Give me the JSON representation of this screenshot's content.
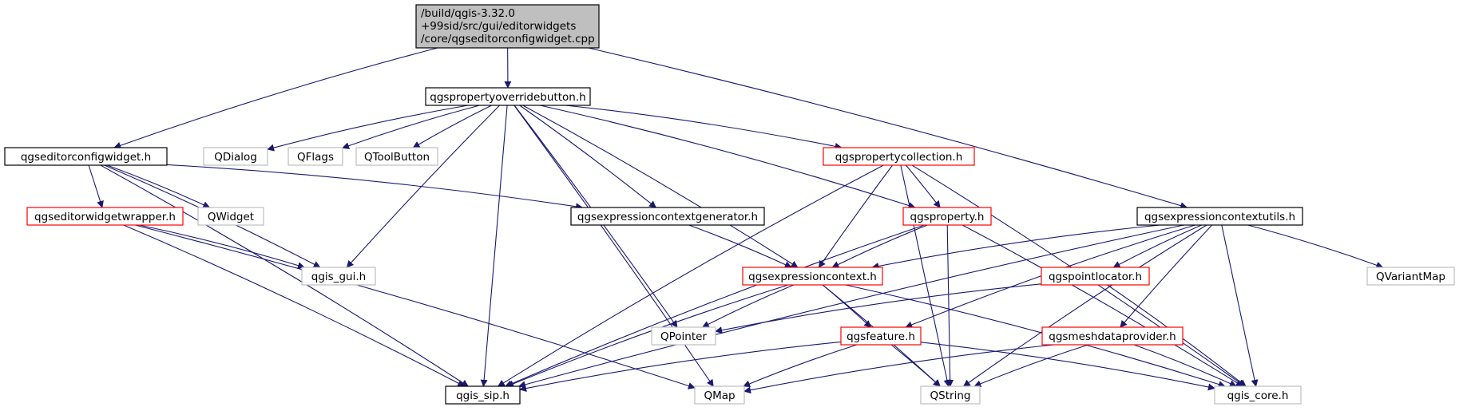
{
  "colors": {
    "edge": "#191970",
    "local_border": "#000000",
    "incomplete_border": "#ff0000",
    "external_border": "#bfbfbf",
    "root_fill": "#bfbfbf"
  },
  "nodes": {
    "root": {
      "lines": [
        "/build/qgis-3.32.0",
        "+99sid/src/gui/editorwidgets",
        "/core/qgseditorconfigwidget.cpp"
      ],
      "kind": "root"
    },
    "qgspropertyoverridebutton": {
      "label": "qgspropertyoverridebutton.h",
      "kind": "black"
    },
    "qgseditorconfigwidget": {
      "label": "qgseditorconfigwidget.h",
      "kind": "black"
    },
    "qgseditorwidgetwrapper": {
      "label": "qgseditorwidgetwrapper.h",
      "kind": "red"
    },
    "qwidget": {
      "label": "QWidget",
      "kind": "gray"
    },
    "qdialog": {
      "label": "QDialog",
      "kind": "gray"
    },
    "qflags": {
      "label": "QFlags",
      "kind": "gray"
    },
    "qtoolbutton": {
      "label": "QToolButton",
      "kind": "gray"
    },
    "qgspropertycollection": {
      "label": "qgspropertycollection.h",
      "kind": "red"
    },
    "qgsexpressioncontextgenerator": {
      "label": "qgsexpressioncontextgenerator.h",
      "kind": "black"
    },
    "qgsproperty": {
      "label": "qgsproperty.h",
      "kind": "red"
    },
    "qgsexpressioncontextutils": {
      "label": "qgsexpressioncontextutils.h",
      "kind": "black"
    },
    "qgis_gui": {
      "label": "qgis_gui.h",
      "kind": "gray"
    },
    "qgsexpressioncontext": {
      "label": "qgsexpressioncontext.h",
      "kind": "red"
    },
    "qgspointlocator": {
      "label": "qgspointlocator.h",
      "kind": "red"
    },
    "qvariantmap": {
      "label": "QVariantMap",
      "kind": "gray"
    },
    "qpointer": {
      "label": "QPointer",
      "kind": "gray"
    },
    "qgsfeature": {
      "label": "qgsfeature.h",
      "kind": "red"
    },
    "qgsmeshdataprovider": {
      "label": "qgsmeshdataprovider.h",
      "kind": "red"
    },
    "qgis_sip": {
      "label": "qgis_sip.h",
      "kind": "black"
    },
    "qmap": {
      "label": "QMap",
      "kind": "gray"
    },
    "qstring": {
      "label": "QString",
      "kind": "gray"
    },
    "qgis_core": {
      "label": "qgis_core.h",
      "kind": "gray"
    }
  },
  "edges": [
    [
      "root",
      "qgspropertyoverridebutton"
    ],
    [
      "root",
      "qgseditorconfigwidget"
    ],
    [
      "root",
      "qgsexpressioncontextutils"
    ],
    [
      "qgspropertyoverridebutton",
      "qdialog"
    ],
    [
      "qgspropertyoverridebutton",
      "qflags"
    ],
    [
      "qgspropertyoverridebutton",
      "qtoolbutton"
    ],
    [
      "qgspropertyoverridebutton",
      "qgspropertycollection"
    ],
    [
      "qgspropertyoverridebutton",
      "qgsexpressioncontextgenerator"
    ],
    [
      "qgspropertyoverridebutton",
      "qgsproperty"
    ],
    [
      "qgspropertyoverridebutton",
      "qgis_gui"
    ],
    [
      "qgspropertyoverridebutton",
      "qgsexpressioncontext"
    ],
    [
      "qgspropertyoverridebutton",
      "qpointer"
    ],
    [
      "qgspropertyoverridebutton",
      "qgis_sip"
    ],
    [
      "qgspropertyoverridebutton",
      "qmap"
    ],
    [
      "qgseditorconfigwidget",
      "qgseditorwidgetwrapper"
    ],
    [
      "qgseditorconfigwidget",
      "qwidget"
    ],
    [
      "qgseditorconfigwidget",
      "qgis_gui"
    ],
    [
      "qgseditorconfigwidget",
      "qgsexpressioncontextgenerator"
    ],
    [
      "qgseditorconfigwidget",
      "qgis_sip"
    ],
    [
      "qgseditorwidgetwrapper",
      "qgis_gui"
    ],
    [
      "qgseditorwidgetwrapper",
      "qgis_sip"
    ],
    [
      "qgseditorwidgetwrapper",
      "qmap"
    ],
    [
      "qgspropertycollection",
      "qgsproperty"
    ],
    [
      "qgspropertycollection",
      "qgsexpressioncontext"
    ],
    [
      "qgspropertycollection",
      "qgis_sip"
    ],
    [
      "qgspropertycollection",
      "qstring"
    ],
    [
      "qgspropertycollection",
      "qgis_core"
    ],
    [
      "qgsexpressioncontextgenerator",
      "qgsexpressioncontext"
    ],
    [
      "qgsproperty",
      "qgsexpressioncontext"
    ],
    [
      "qgsproperty",
      "qgis_sip"
    ],
    [
      "qgsproperty",
      "qstring"
    ],
    [
      "qgsproperty",
      "qgis_core"
    ],
    [
      "qgsexpressioncontextutils",
      "qgsexpressioncontext"
    ],
    [
      "qgsexpressioncontextutils",
      "qgspointlocator"
    ],
    [
      "qgsexpressioncontextutils",
      "qvariantmap"
    ],
    [
      "qgsexpressioncontextutils",
      "qgsfeature"
    ],
    [
      "qgsexpressioncontextutils",
      "qgsmeshdataprovider"
    ],
    [
      "qgsexpressioncontextutils",
      "qgis_sip"
    ],
    [
      "qgsexpressioncontextutils",
      "qstring"
    ],
    [
      "qgsexpressioncontextutils",
      "qgis_core"
    ],
    [
      "qgsexpressioncontext",
      "qpointer"
    ],
    [
      "qgsexpressioncontext",
      "qgsfeature"
    ],
    [
      "qgsexpressioncontext",
      "qgis_sip"
    ],
    [
      "qgsexpressioncontext",
      "qstring"
    ],
    [
      "qgsexpressioncontext",
      "qgis_core"
    ],
    [
      "qgspointlocator",
      "qpointer"
    ],
    [
      "qgspointlocator",
      "qgis_core"
    ],
    [
      "qgsfeature",
      "qgis_sip"
    ],
    [
      "qgsfeature",
      "qmap"
    ],
    [
      "qgsfeature",
      "qstring"
    ],
    [
      "qgsfeature",
      "qgis_core"
    ],
    [
      "qgsmeshdataprovider",
      "qmap"
    ],
    [
      "qgsmeshdataprovider",
      "qstring"
    ],
    [
      "qgsmeshdataprovider",
      "qgis_core"
    ]
  ]
}
